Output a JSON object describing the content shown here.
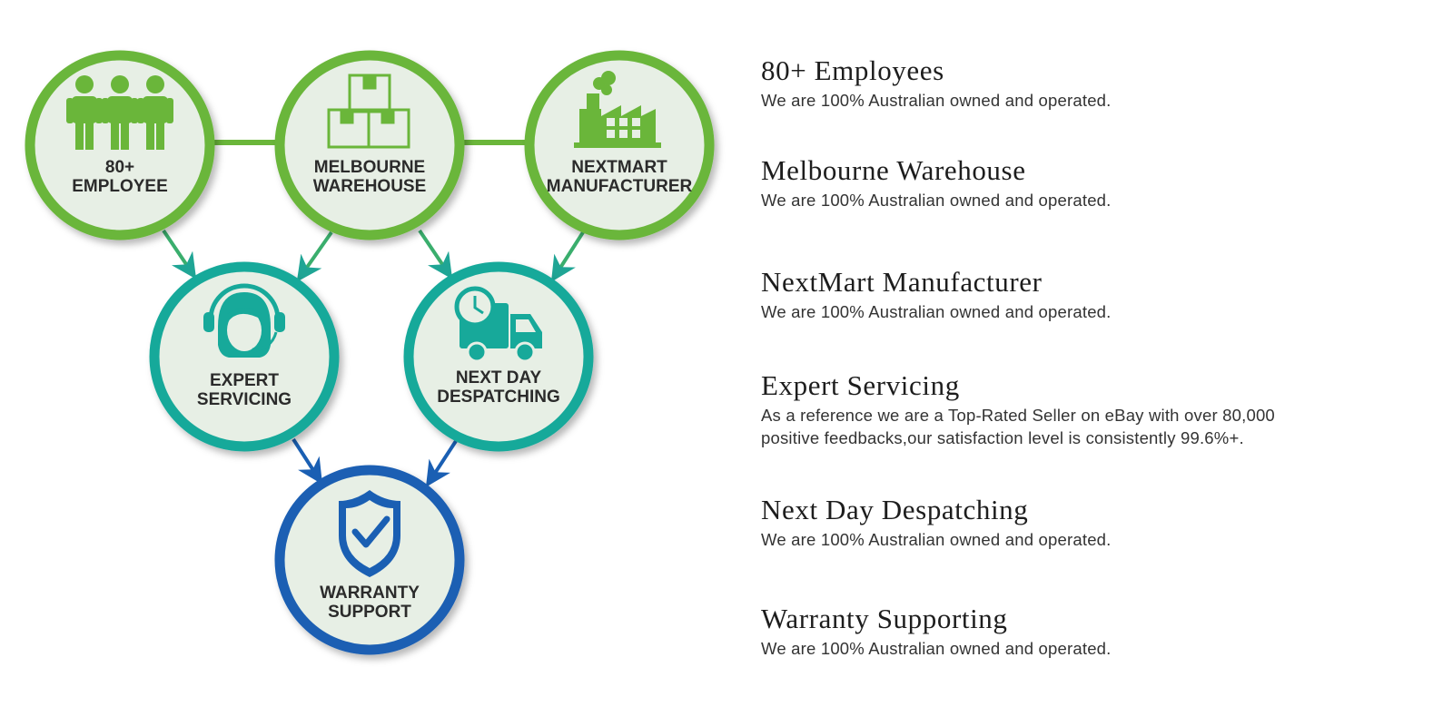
{
  "colors": {
    "green": "#6ab63a",
    "teal": "#17a99a",
    "blue": "#1a5fb3",
    "circle_fill": "#e7efe5"
  },
  "nodes": {
    "employee": {
      "icon": "people-icon",
      "line1": "80+",
      "line2": "EMPLOYEE"
    },
    "warehouse": {
      "icon": "boxes-icon",
      "line1": "MELBOURNE",
      "line2": "WAREHOUSE"
    },
    "manufacturer": {
      "icon": "factory-icon",
      "line1": "NEXTMART",
      "line2": "MANUFACTURER"
    },
    "servicing": {
      "icon": "headset-agent-icon",
      "line1": "EXPERT",
      "line2": "SERVICING"
    },
    "despatching": {
      "icon": "delivery-truck-clock-icon",
      "line1": "NEXT DAY",
      "line2": "DESPATCHING"
    },
    "warranty": {
      "icon": "shield-check-icon",
      "line1": "WARRANTY",
      "line2": "SUPPORT"
    }
  },
  "info": [
    {
      "title": "80+ Employees",
      "desc": "We are 100% Australian owned and operated."
    },
    {
      "title": "Melbourne Warehouse",
      "desc": "We are 100% Australian owned and operated."
    },
    {
      "title": "NextMart Manufacturer",
      "desc": "We are 100% Australian owned and operated."
    },
    {
      "title": "Expert Servicing",
      "desc": "As a reference we are a Top-Rated Seller on eBay with over 80,000\npositive feedbacks,our satisfaction level is consistently 99.6%+."
    },
    {
      "title": "Next Day Despatching",
      "desc": "We are 100% Australian owned and operated."
    },
    {
      "title": "Warranty Supporting",
      "desc": "We are 100% Australian owned and operated."
    }
  ]
}
